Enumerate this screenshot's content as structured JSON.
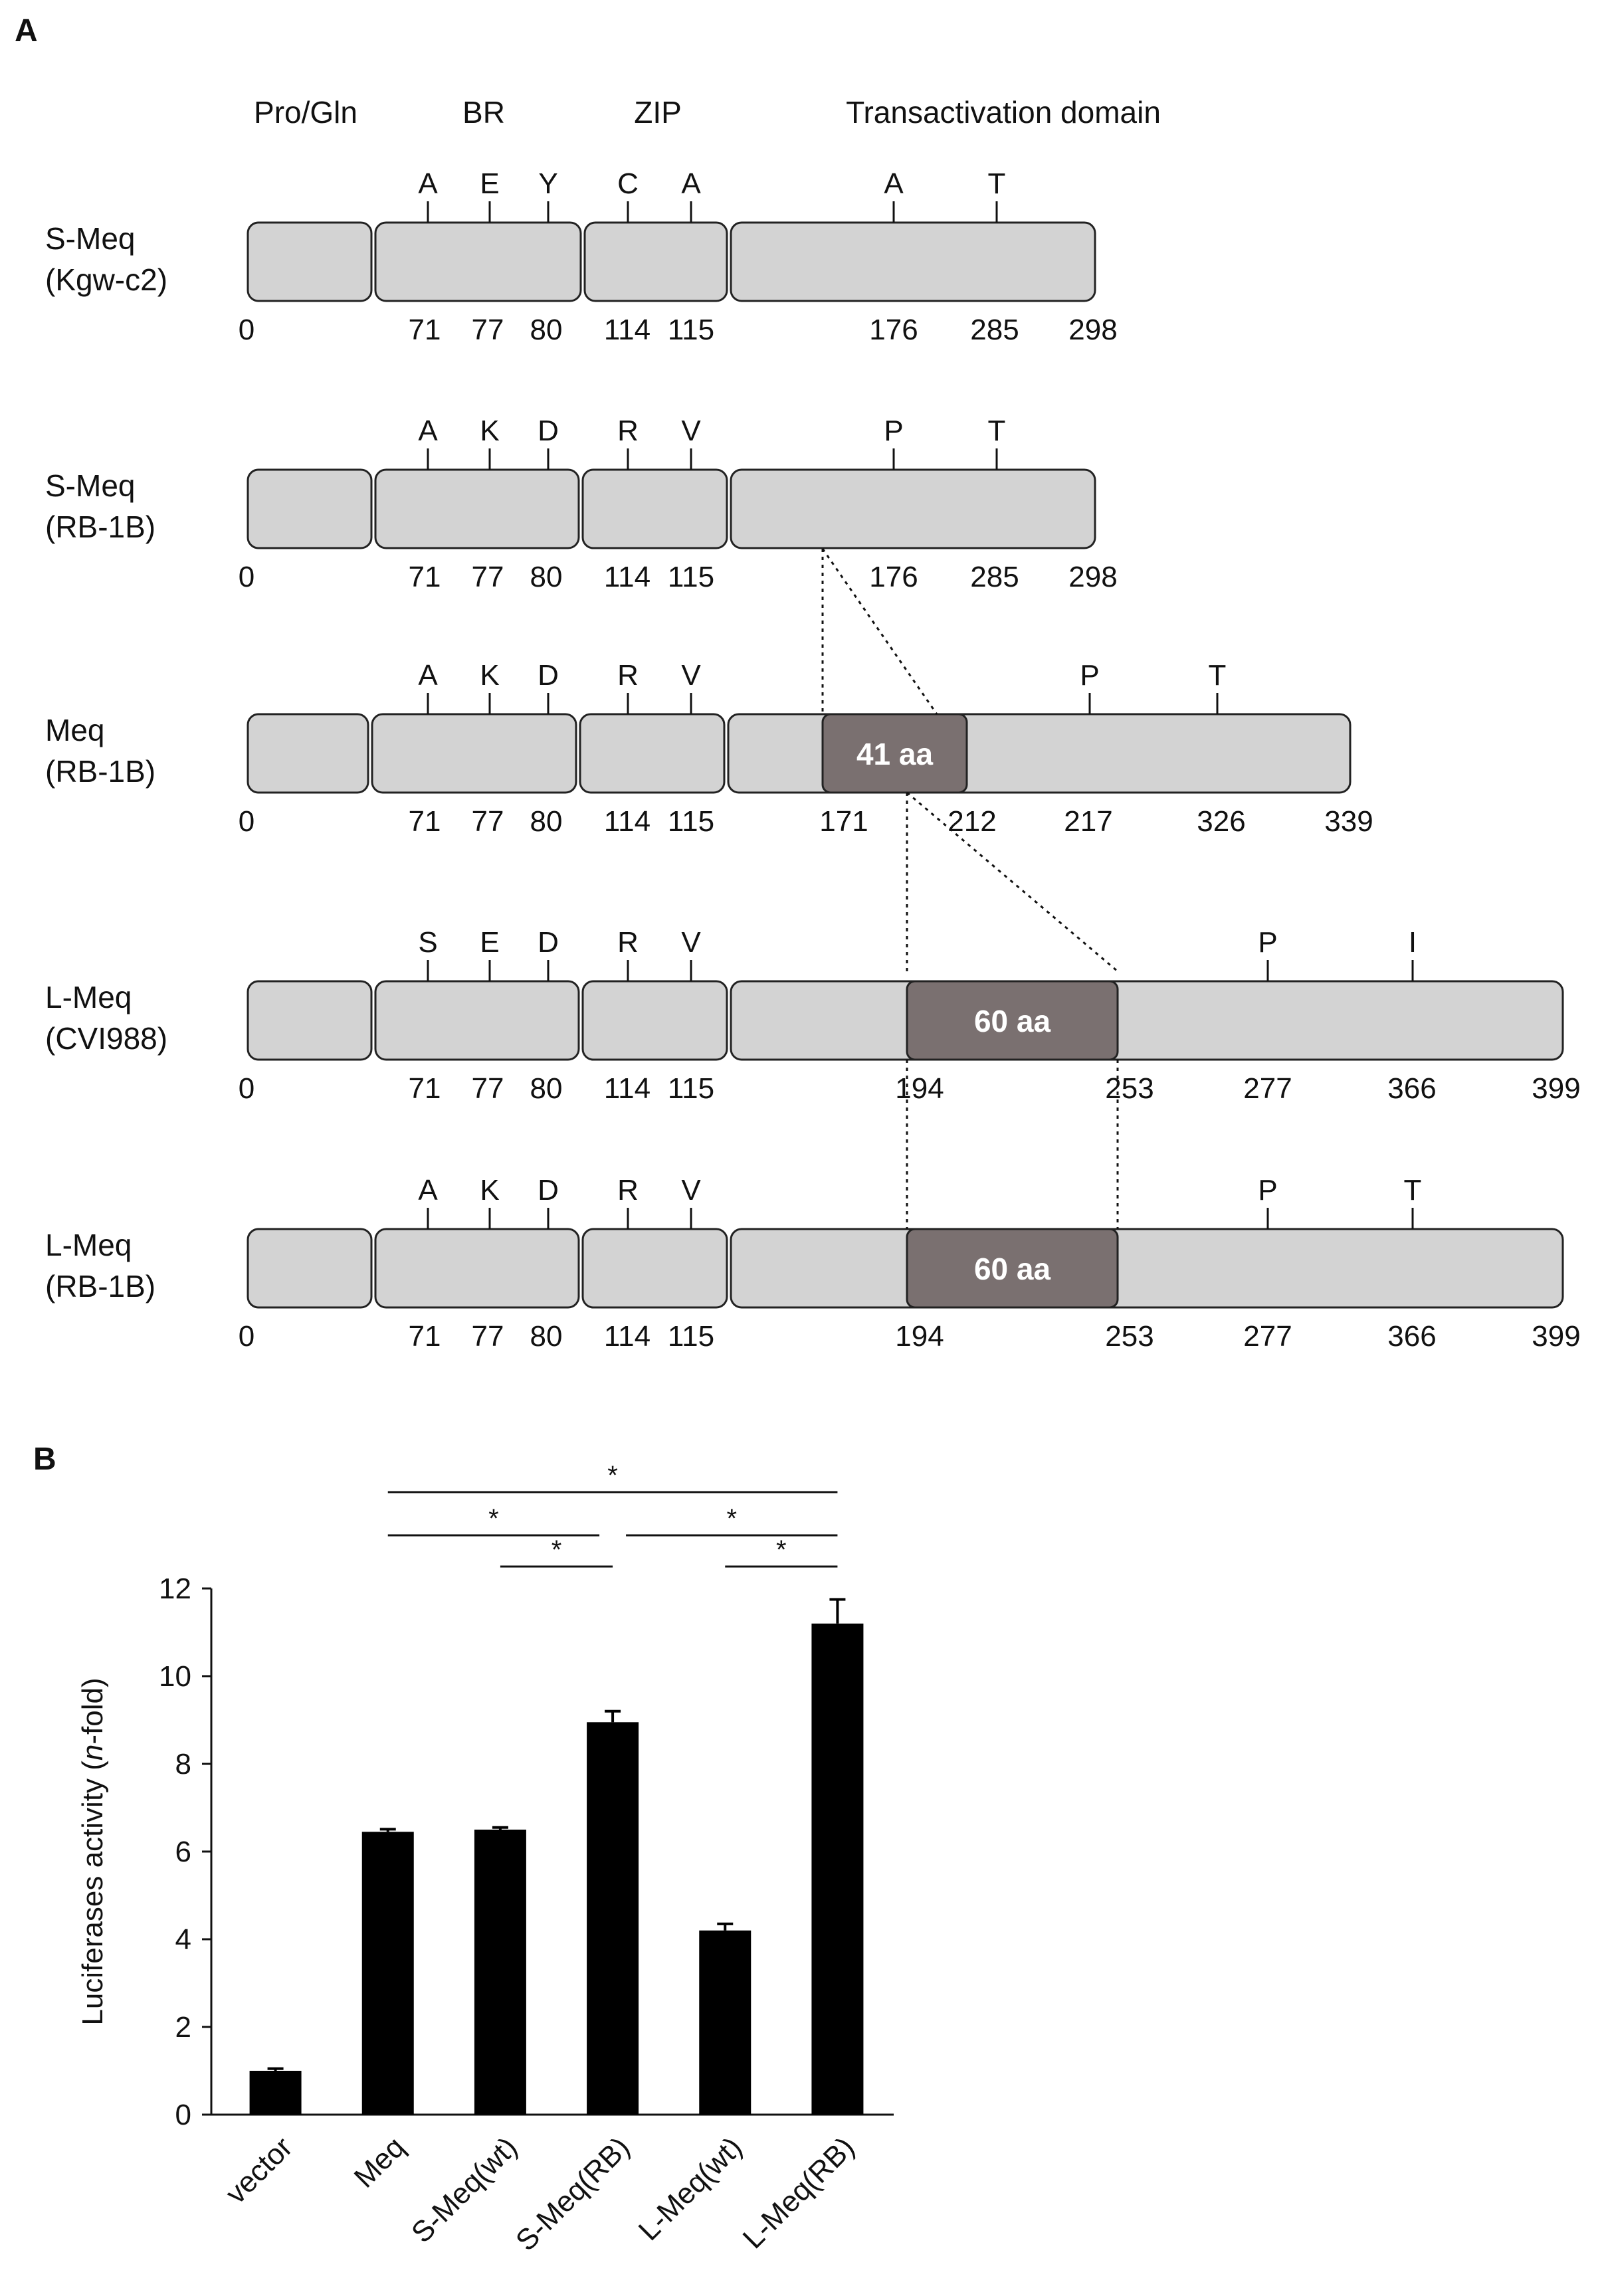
{
  "panels": {
    "a_label": "A",
    "b_label": "B"
  },
  "domain_headers": [
    "Pro/Gln",
    "BR",
    "ZIP",
    "Transactivation domain"
  ],
  "colors": {
    "domain_fill": "#d3d3d3",
    "insert_fill": "#7a7070",
    "bar_fill": "#000000",
    "stroke": "#222222"
  },
  "constructs": [
    {
      "name_line1": "S-Meq",
      "name_line2": "(Kgw-c2)",
      "length": 298,
      "mutations": [
        {
          "aa": "A",
          "pos": 71
        },
        {
          "aa": "E",
          "pos": 77
        },
        {
          "aa": "Y",
          "pos": 80
        },
        {
          "aa": "C",
          "pos": 114
        },
        {
          "aa": "A",
          "pos": 115
        },
        {
          "aa": "A",
          "pos": 176
        },
        {
          "aa": "T",
          "pos": 285
        }
      ],
      "positions": [
        "0",
        "71",
        "77",
        "80",
        "114",
        "115",
        "176",
        "285",
        "298"
      ]
    },
    {
      "name_line1": "S-Meq",
      "name_line2": "(RB-1B)",
      "length": 298,
      "mutations": [
        {
          "aa": "A",
          "pos": 71
        },
        {
          "aa": "K",
          "pos": 77
        },
        {
          "aa": "D",
          "pos": 80
        },
        {
          "aa": "R",
          "pos": 114
        },
        {
          "aa": "V",
          "pos": 115
        },
        {
          "aa": "P",
          "pos": 176
        },
        {
          "aa": "T",
          "pos": 285
        }
      ],
      "positions": [
        "0",
        "71",
        "77",
        "80",
        "114",
        "115",
        "176",
        "285",
        "298"
      ]
    },
    {
      "name_line1": "Meq",
      "name_line2": "(RB-1B)",
      "length": 339,
      "insert": {
        "label": "41 aa",
        "start": 171,
        "end": 212
      },
      "mutations": [
        {
          "aa": "A",
          "pos": 71
        },
        {
          "aa": "K",
          "pos": 77
        },
        {
          "aa": "D",
          "pos": 80
        },
        {
          "aa": "R",
          "pos": 114
        },
        {
          "aa": "V",
          "pos": 115
        },
        {
          "aa": "P",
          "pos": 217
        },
        {
          "aa": "T",
          "pos": 326
        }
      ],
      "positions": [
        "0",
        "71",
        "77",
        "80",
        "114",
        "115",
        "171",
        "212",
        "217",
        "326",
        "339"
      ]
    },
    {
      "name_line1": "L-Meq",
      "name_line2": "(CVI988)",
      "length": 399,
      "insert": {
        "label": "60 aa",
        "start": 194,
        "end": 253
      },
      "mutations": [
        {
          "aa": "S",
          "pos": 71
        },
        {
          "aa": "E",
          "pos": 77
        },
        {
          "aa": "D",
          "pos": 80
        },
        {
          "aa": "R",
          "pos": 114
        },
        {
          "aa": "V",
          "pos": 115
        },
        {
          "aa": "P",
          "pos": 277
        },
        {
          "aa": "I",
          "pos": 366
        }
      ],
      "positions": [
        "0",
        "71",
        "77",
        "80",
        "114",
        "115",
        "194",
        "253",
        "277",
        "366",
        "399"
      ]
    },
    {
      "name_line1": "L-Meq",
      "name_line2": "(RB-1B)",
      "length": 399,
      "insert": {
        "label": "60 aa",
        "start": 194,
        "end": 253
      },
      "mutations": [
        {
          "aa": "A",
          "pos": 71
        },
        {
          "aa": "K",
          "pos": 77
        },
        {
          "aa": "D",
          "pos": 80
        },
        {
          "aa": "R",
          "pos": 114
        },
        {
          "aa": "V",
          "pos": 115
        },
        {
          "aa": "P",
          "pos": 277
        },
        {
          "aa": "T",
          "pos": 366
        }
      ],
      "positions": [
        "0",
        "71",
        "77",
        "80",
        "114",
        "115",
        "194",
        "253",
        "277",
        "366",
        "399"
      ]
    }
  ],
  "chart_data": {
    "type": "bar",
    "categories": [
      "vector",
      "Meq",
      "S-Meq(wt)",
      "S-Meq(RB)",
      "L-Meq(wt)",
      "L-Meq(RB)"
    ],
    "values": [
      1.0,
      6.45,
      6.5,
      8.95,
      4.2,
      11.2
    ],
    "errors": [
      0.05,
      0.06,
      0.05,
      0.25,
      0.15,
      0.55
    ],
    "ylabel_prefix": "Luciferases activity (",
    "ylabel_italic": "n",
    "ylabel_suffix": "-fold)",
    "ylim": [
      0,
      12
    ],
    "yticks": [
      "0",
      "2",
      "4",
      "6",
      "8",
      "10",
      "12"
    ],
    "significance": [
      {
        "from": "Meq",
        "to": "L-Meq(RB)",
        "label": "*"
      },
      {
        "from": "Meq",
        "to": "S-Meq(RB)",
        "label": "*"
      },
      {
        "from": "S-Meq(RB)",
        "to": "L-Meq(RB)",
        "label": "*"
      },
      {
        "from": "S-Meq(wt)",
        "to": "S-Meq(RB)",
        "label": "*"
      },
      {
        "from": "L-Meq(wt)",
        "to": "L-Meq(RB)",
        "label": "*"
      }
    ]
  }
}
